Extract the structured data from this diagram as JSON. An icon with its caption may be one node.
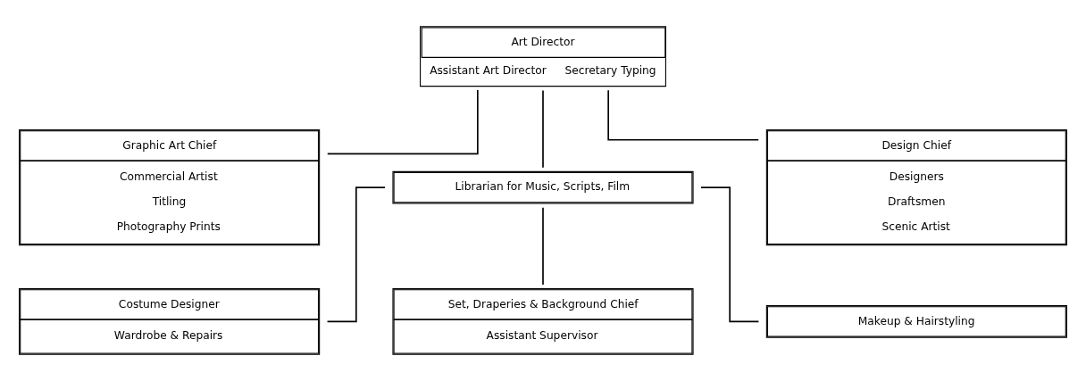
{
  "diagram": {
    "nodes": [
      {
        "text": [
          "Art Director",
          "Assistant Art Director",
          "Secretary Typing"
        ]
      },
      {
        "text": [
          "Graphic Art Chief",
          "Commercial Artist",
          "Titling",
          "Photography Prints"
        ]
      },
      {
        "text": [
          "Librarian for Music, Scripts, Film"
        ]
      },
      {
        "text": [
          "Design Chief",
          "Designers",
          "Draftsmen",
          "Scenic Artist"
        ]
      },
      {
        "text": [
          "Costume Designer",
          "Wardrobe & Repairs"
        ]
      },
      {
        "text": [
          "Set, Draperies & Background Chief",
          "Assistant Supervisor"
        ]
      },
      {
        "text": [
          "Makeup & Hairstyling"
        ]
      }
    ],
    "edges": [
      {
        "from": 0,
        "to": 1,
        "arrow": "none"
      },
      {
        "from": 0,
        "to": 2,
        "arrow": "none"
      },
      {
        "from": 0,
        "to": 3,
        "arrow": "none"
      },
      {
        "from": 2,
        "to": 4,
        "arrow": "none"
      },
      {
        "from": 2,
        "to": 5,
        "arrow": "none"
      },
      {
        "from": 2,
        "to": 6,
        "arrow": "none"
      }
    ]
  }
}
